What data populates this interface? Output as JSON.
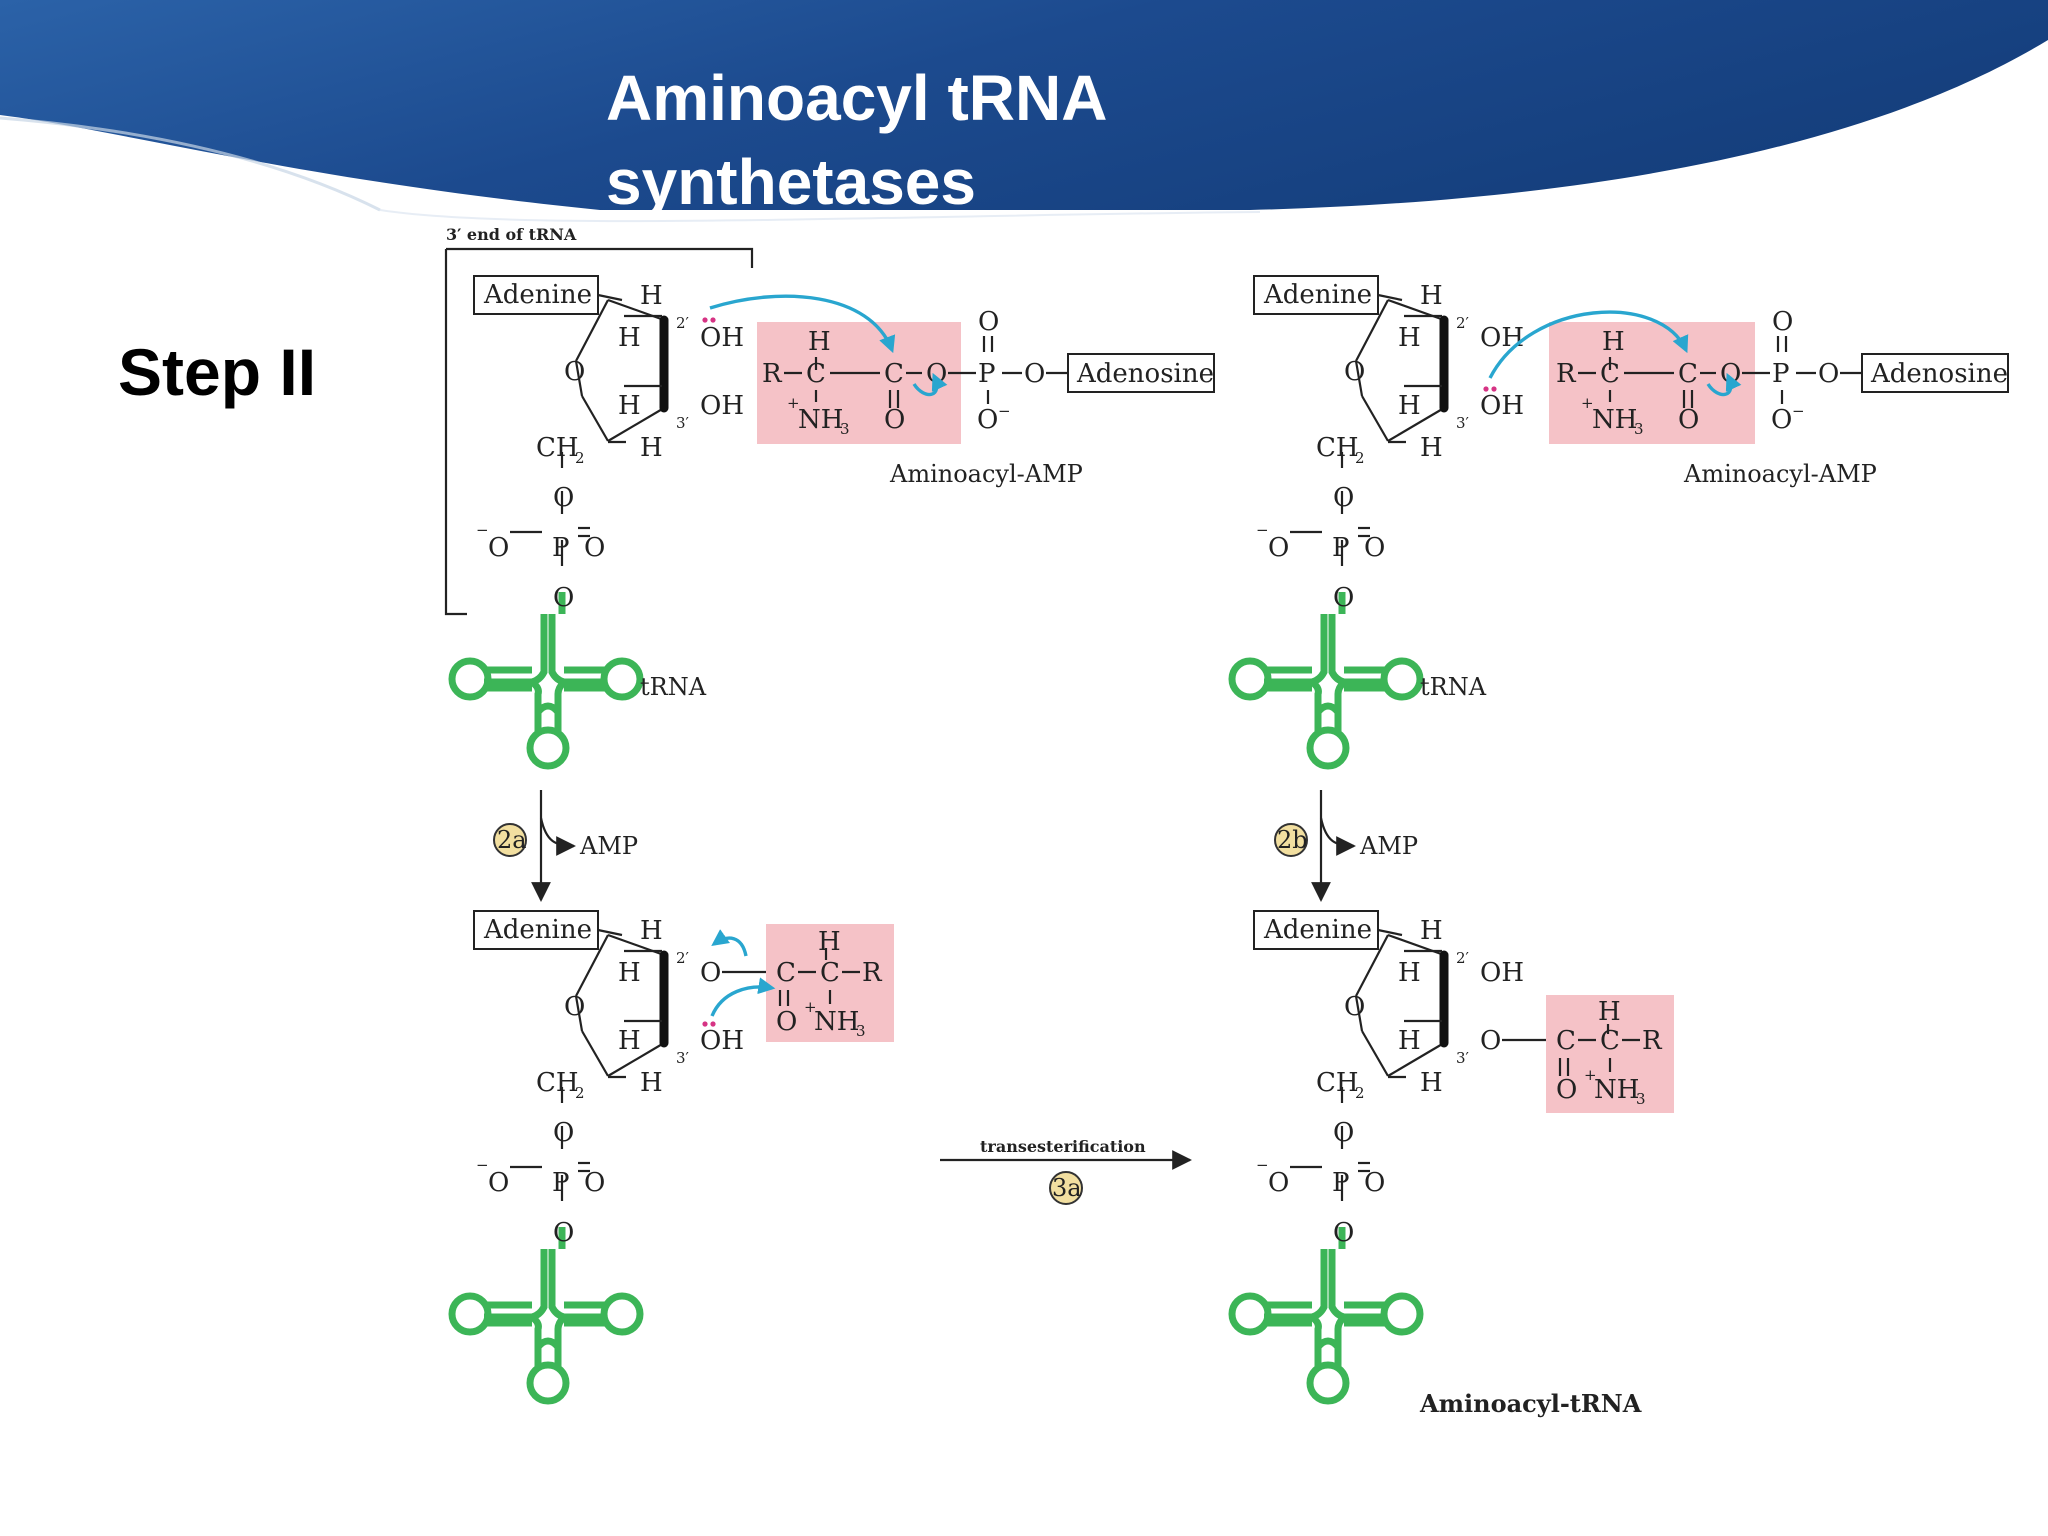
{
  "title": {
    "line1": "Aminoacyl tRNA",
    "line2": "synthetases"
  },
  "step_label": "Step II",
  "colors": {
    "banner": "#1f4f95",
    "highlight": "#f5c2c7",
    "trna": "#3cb557",
    "arrow": "#29a6cf",
    "step_badge": "#f2dfa0"
  },
  "diagram": {
    "bracket_label": "3′ end of tRNA",
    "adenine": "Adenine",
    "adenosine": "Adenosine",
    "aminoacyl_amp": "Aminoacyl-AMP",
    "trna": "tRNA",
    "amp": "AMP",
    "step_2a": "2a",
    "step_2b": "2b",
    "step_3a": "3a",
    "transesterification": "transesterification",
    "product": "Aminoacyl-tRNA",
    "atoms": {
      "H": "H",
      "OH": "OH",
      "O": "O",
      "R": "R",
      "C": "C",
      "P": "P",
      "NH3": "NH",
      "sub3": "3",
      "plus": "+",
      "CH2": "CH",
      "sub2": "2",
      "minus": "−",
      "prime2": "2′",
      "prime3": "3′"
    }
  }
}
